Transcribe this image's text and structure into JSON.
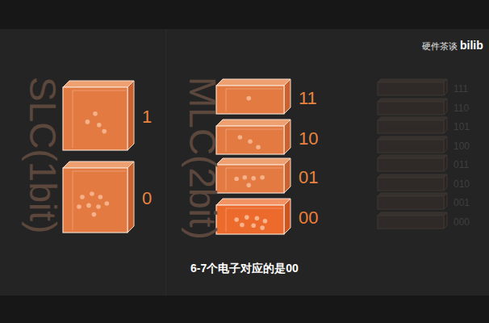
{
  "diagram": {
    "caption": "6-7个电子对应的是00",
    "nodes": [
      {
        "text": [
          "1"
        ]
      },
      {
        "text": [
          "0"
        ]
      },
      {
        "text": [
          "11"
        ]
      },
      {
        "text": [
          "10"
        ]
      },
      {
        "text": [
          "01"
        ]
      },
      {
        "text": [
          "00"
        ]
      },
      {
        "text": [
          "111"
        ]
      },
      {
        "text": [
          "110"
        ]
      },
      {
        "text": [
          "101"
        ]
      },
      {
        "text": [
          "100"
        ]
      },
      {
        "text": [
          "011"
        ]
      },
      {
        "text": [
          "010"
        ]
      },
      {
        "text": [
          "001"
        ]
      },
      {
        "text": [
          "000"
        ]
      }
    ],
    "labels": [
      "SLC(1bit)",
      "MLC(2bit)",
      "硬件茶谈",
      "bilib"
    ]
  }
}
